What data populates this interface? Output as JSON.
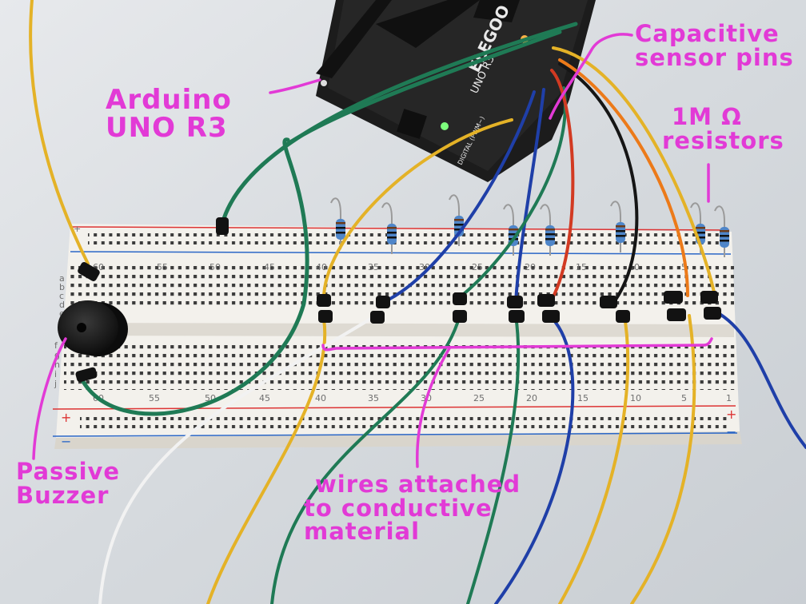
{
  "annotations": {
    "arduino": [
      "Arduino",
      "UNO R3"
    ],
    "capacitive_pins": [
      "Capacitive",
      "sensor pins"
    ],
    "resistors": [
      "1M Ω",
      "resistors"
    ],
    "buzzer": [
      "Passive",
      "Buzzer"
    ],
    "wires": [
      "wires attached",
      "to conductive",
      "material"
    ]
  },
  "board_markings": {
    "brand": "ELEGOO",
    "model": "UNO R3",
    "digital_label": "DIGITAL (PWM~)"
  },
  "breadboard": {
    "column_numbers_top": [
      "60",
      "55",
      "50",
      "45",
      "40",
      "35",
      "30",
      "25",
      "20",
      "15",
      "10",
      "5"
    ],
    "column_numbers_bottom": [
      "60",
      "55",
      "50",
      "45",
      "40",
      "35",
      "30",
      "25",
      "20",
      "15",
      "10",
      "5",
      "1"
    ],
    "row_letters_top": [
      "a",
      "b",
      "c",
      "d",
      "e"
    ],
    "row_letters_bottom": [
      "f",
      "g",
      "h",
      "i",
      "j"
    ],
    "rail_plus": "+",
    "rail_minus": "−"
  },
  "colors": {
    "annotation": "#e23ad6",
    "wire_green": "#1f7a55",
    "wire_blue": "#1f3fa8",
    "wire_yellow": "#e4b227",
    "wire_red": "#d23a22",
    "wire_orange": "#ec7a19",
    "wire_black": "#151515",
    "wire_white": "#f2f2f2"
  }
}
